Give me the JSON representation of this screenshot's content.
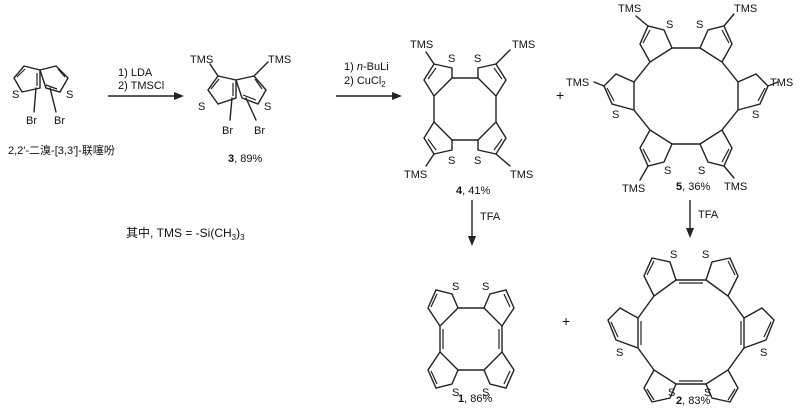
{
  "start_material": {
    "name": "2,2'-二溴-[3,3']-联噻吩"
  },
  "step1": {
    "reagent1": "1) LDA",
    "reagent2": "2) TMSCl"
  },
  "compound3": {
    "number": "3",
    "yield": ", 89%"
  },
  "step2": {
    "reagent1_prefix": "1) ",
    "reagent1_italic": "n",
    "reagent1_rest": "-BuLi",
    "reagent2": "2) CuCl",
    "reagent2_sub": "2"
  },
  "plus_sign": "+",
  "compound4": {
    "number": "4",
    "yield": ", 41%"
  },
  "compound5": {
    "number": "5",
    "yield": ", 36%"
  },
  "deprotection": {
    "reagent_left": "TFA",
    "reagent_right": "TFA"
  },
  "compound1": {
    "number": "1",
    "yield": ", 86%"
  },
  "compound2": {
    "number": "2",
    "yield": ", 83%"
  },
  "footnote": {
    "text": "其中, TMS = -Si(CH",
    "sub": "3",
    "close": ")",
    "sub2": "3"
  },
  "atoms": {
    "sulfur": "S",
    "bromine": "Br",
    "tms": "TMS"
  }
}
